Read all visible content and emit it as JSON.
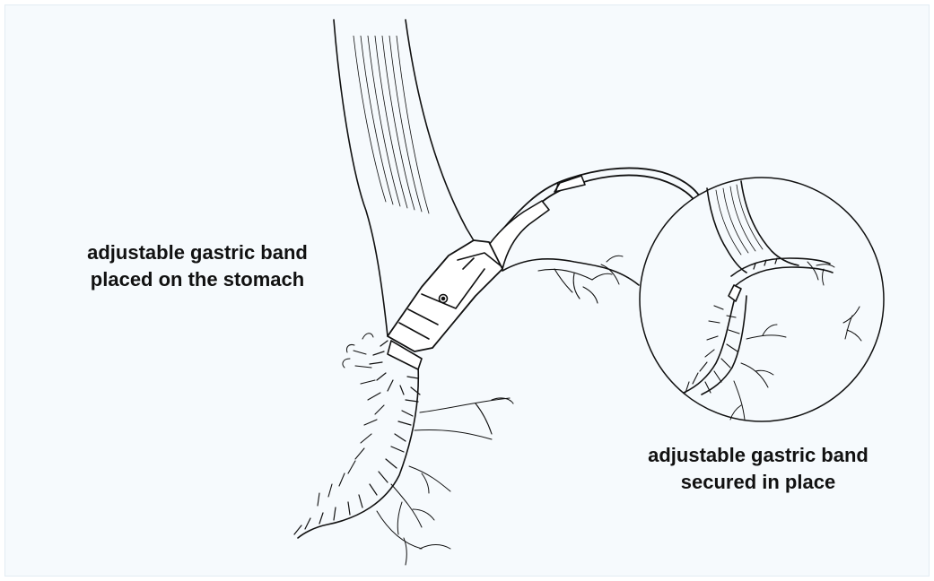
{
  "labels": {
    "band_on_stomach": {
      "line1": "adjustable gastric band",
      "line2": "placed on the stomach"
    },
    "band_secured": {
      "line1": "adjustable gastric band",
      "line2": "secured in place"
    }
  },
  "colors": {
    "background": "#f6fafd",
    "ink": "#111111",
    "band_fill": "#ffffff"
  }
}
